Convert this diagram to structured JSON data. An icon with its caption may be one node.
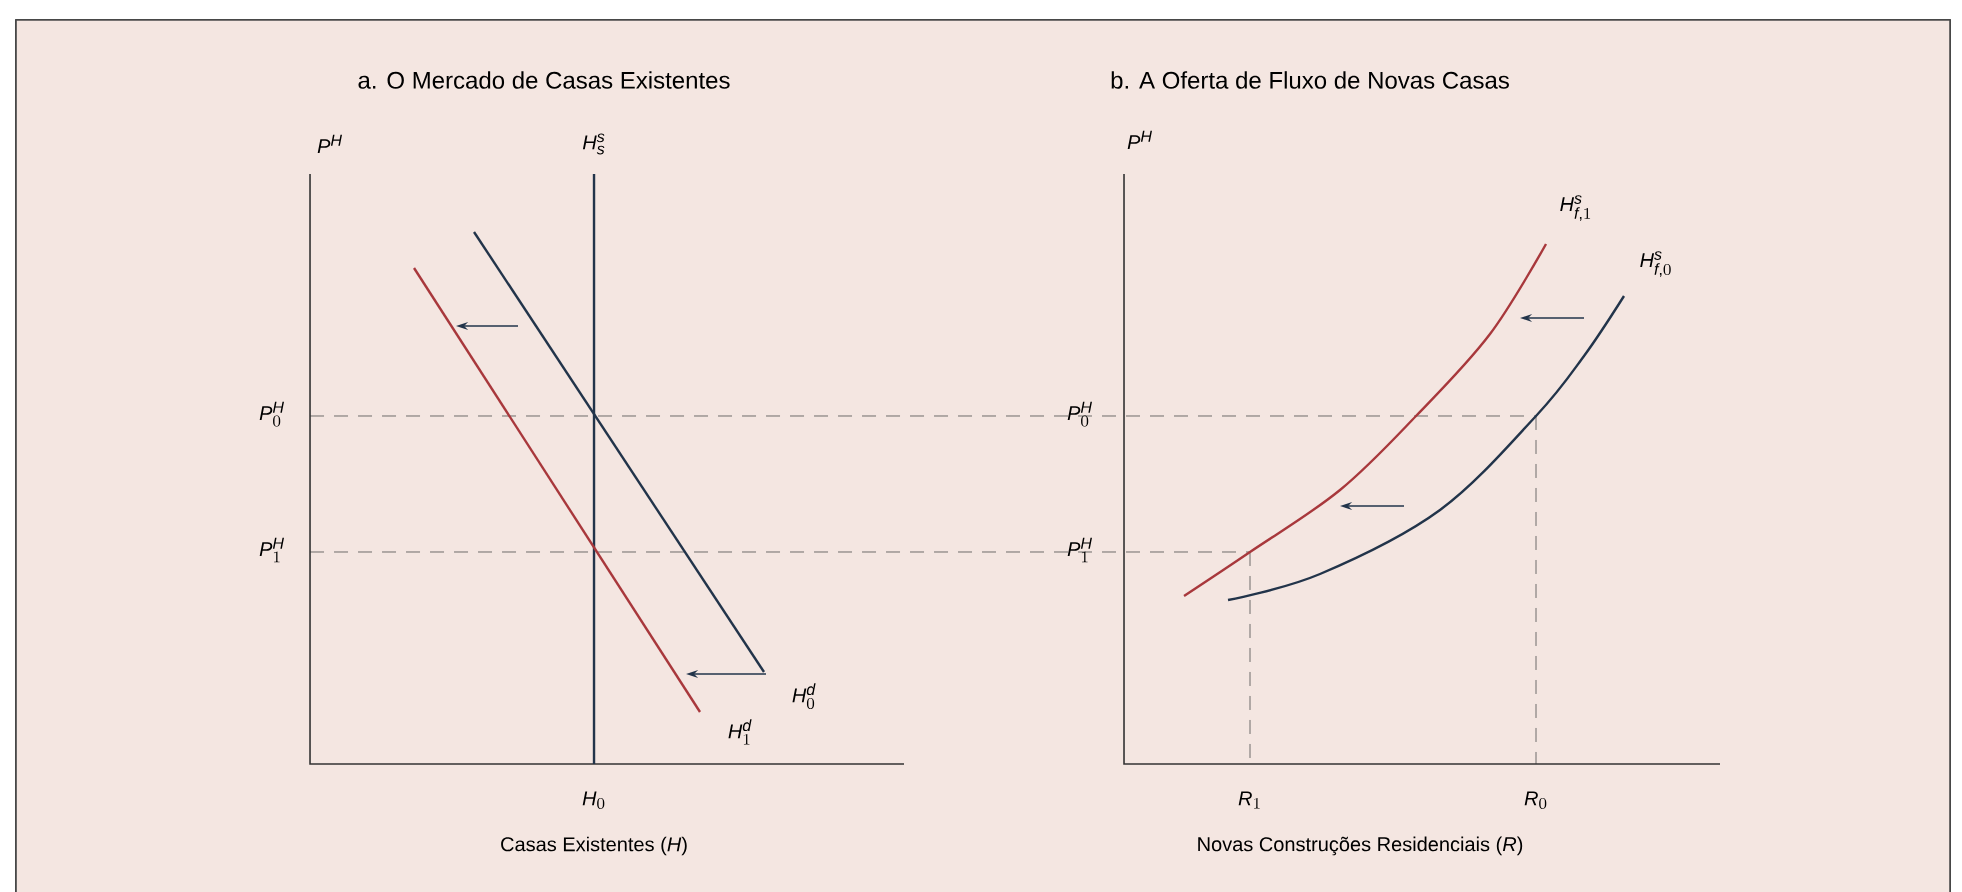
{
  "diagram": {
    "labels": [
      "a. O Mercado de Casas Existentes",
      "b. A Oferta de Fluxo de Novas Casas",
      "P^{H}",
      "H^{s}_{s}",
      "P^{H}",
      "H^{s}_{f,1}",
      "H^{s}_{f,0}",
      "P^{H}_{0}",
      "P^{H}_{0}",
      "P^{H}_{1}",
      "P^{H}_{1}",
      "H^{d}_{0}",
      "H^{d}_{1}",
      "H_{0}",
      "R_{1}",
      "R_{0}",
      "Casas Existentes (*H*)",
      "Novas Construções Residenciais (*R*)"
    ]
  }
}
